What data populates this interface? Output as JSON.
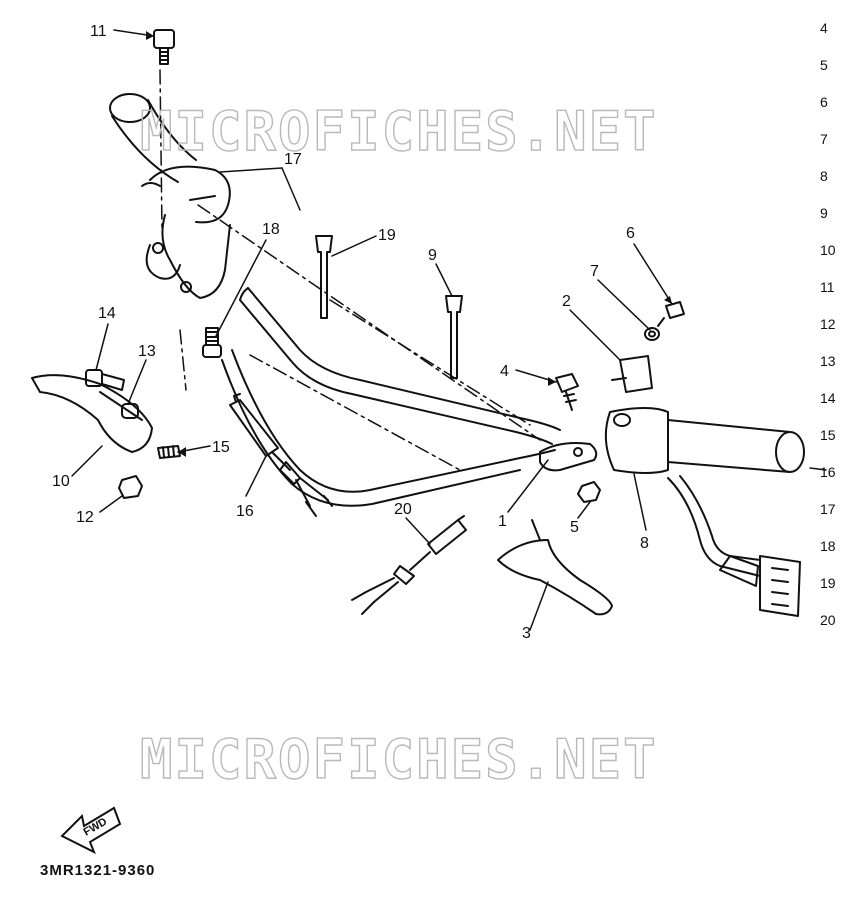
{
  "diagram": {
    "watermark": "MICROFICHES.NET",
    "drawing_code": "3MR1321-9360",
    "fwd_label": "FWD",
    "callouts": [
      "1",
      "2",
      "3",
      "4",
      "5",
      "6",
      "7",
      "8",
      "9",
      "10",
      "11",
      "12",
      "13",
      "14",
      "15",
      "16",
      "17",
      "18",
      "19",
      "20"
    ],
    "index_column": [
      "4",
      "5",
      "6",
      "7",
      "8",
      "9",
      "10",
      "11",
      "12",
      "13",
      "14",
      "15",
      "16",
      "17",
      "18",
      "19",
      "20"
    ]
  }
}
